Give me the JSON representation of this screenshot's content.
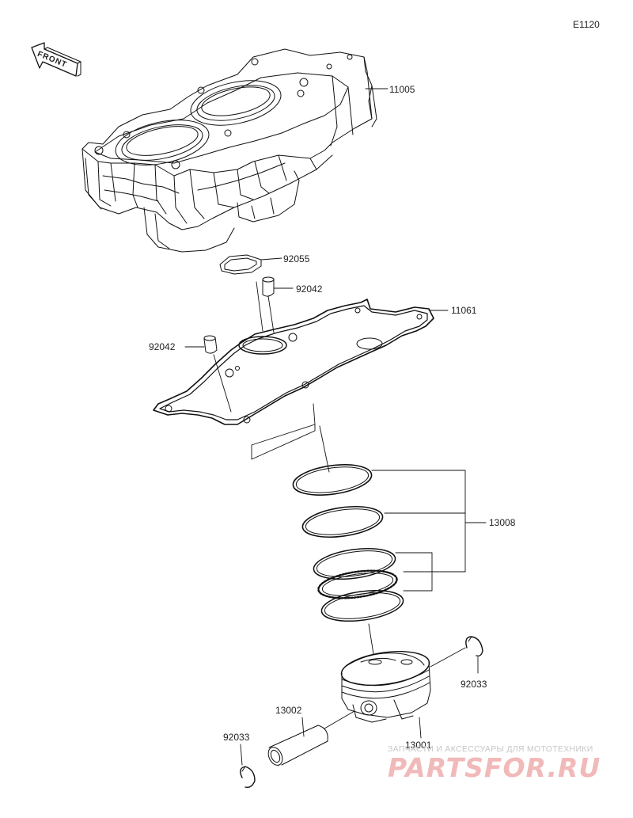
{
  "diagram": {
    "code": "E1120",
    "front_arrow_text": "FRONT",
    "accent_color": "#111111",
    "parts": [
      {
        "number": "11005"
      },
      {
        "number": "92055"
      },
      {
        "number": "92042"
      },
      {
        "number": "92042"
      },
      {
        "number": "11061"
      },
      {
        "number": "13008"
      },
      {
        "number": "92033"
      },
      {
        "number": "13002"
      },
      {
        "number": "92033"
      },
      {
        "number": "13001"
      }
    ]
  },
  "watermark": {
    "caption": "ЗАПЧАСТИ И АКСЕССУАРЫ ДЛЯ МОТОТЕХНИКИ",
    "logo_text": "PARTSFOR.RU",
    "logo_color": "#e86b6b"
  }
}
